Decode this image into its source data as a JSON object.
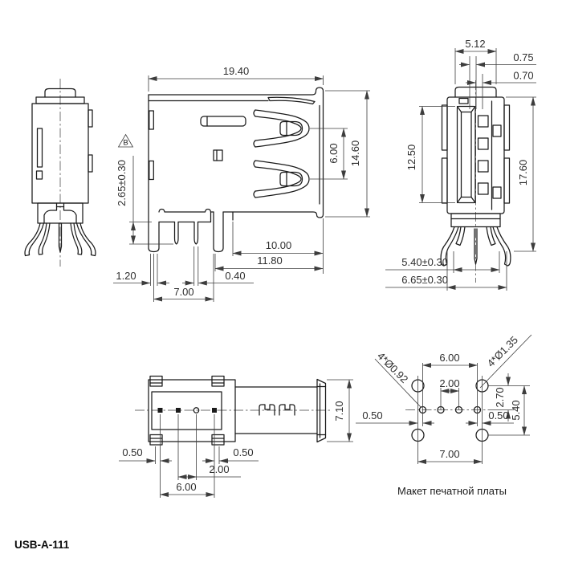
{
  "part_number": "USB-A-111",
  "pcb_caption": "Макет печатной платы",
  "main_view": {
    "flag": "B",
    "width": "19.40",
    "height": "14.60",
    "clip_pitch": "6.00",
    "lead_length": "2.65±0.30",
    "dim_10_00": "10.00",
    "dim_11_80": "11.80",
    "dim_1_20": "1.20",
    "dim_0_40": "0.40",
    "dim_7_00": "7.00"
  },
  "front_view": {
    "dim_5_12": "5.12",
    "dim_0_75": "0.75",
    "dim_0_70": "0.70",
    "dim_12_50": "12.50",
    "dim_17_60": "17.60",
    "dim_5_40": "5.40±0.30",
    "dim_6_65": "6.65±0.30"
  },
  "top_view": {
    "dim_7_10": "7.10",
    "dim_0_50_left": "0.50",
    "dim_0_50_right": "0.50",
    "dim_2_00": "2.00",
    "dim_6_00": "6.00"
  },
  "pcb_view": {
    "dim_6_00": "6.00",
    "dim_2_00": "2.00",
    "dim_2_70": "2.70",
    "dim_5_40": "5.40",
    "dim_0_50_left": "0.50",
    "dim_0_50_right": "0.50",
    "dim_7_00": "7.00",
    "small_holes_label": "4*Ø0.92",
    "large_holes_label": "4*Ø1.35"
  }
}
